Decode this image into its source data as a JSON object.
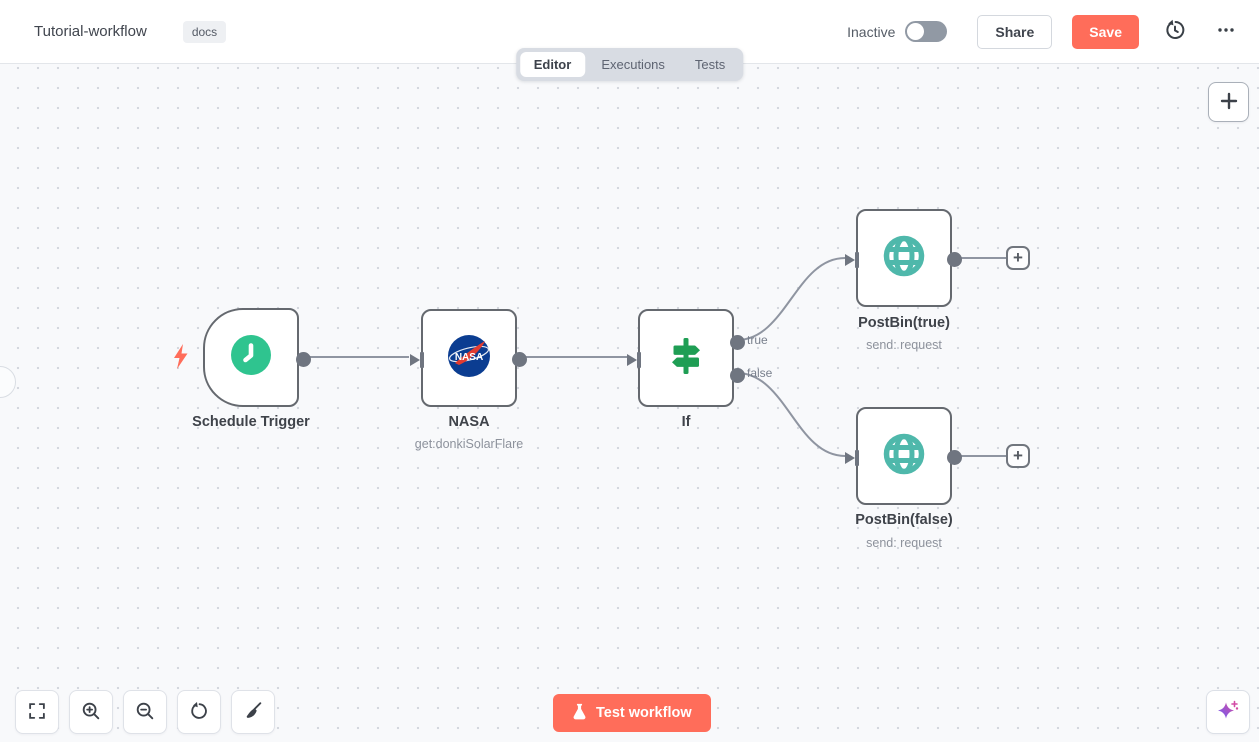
{
  "header": {
    "title": "Tutorial-workflow",
    "tag": "docs",
    "status": "Inactive",
    "share": "Share",
    "save": "Save"
  },
  "tabs": {
    "editor": "Editor",
    "executions": "Executions",
    "tests": "Tests"
  },
  "workflow": {
    "nodes": [
      {
        "name": "Schedule Trigger",
        "subtitle": "",
        "icon": "clock-icon"
      },
      {
        "name": "NASA",
        "subtitle": "get:donkiSolarFlare",
        "logo_text": "NASA",
        "icon": "nasa-logo-icon"
      },
      {
        "name": "If",
        "subtitle": "",
        "icon": "signpost-icon"
      },
      {
        "name": "PostBin(true)",
        "subtitle": "send: request",
        "icon": "globe-icon"
      },
      {
        "name": "PostBin(false)",
        "subtitle": "send: request",
        "icon": "globe-icon"
      }
    ],
    "branch_labels": {
      "true": "true",
      "false": "false"
    }
  },
  "footer": {
    "test_button": "Test workflow"
  },
  "colors": {
    "accent": "#ff6d5a",
    "trigger_green": "#2fc48f",
    "if_green": "#1f9e54",
    "globe_teal": "#4fb8ab",
    "nasa_blue": "#0b3d91",
    "nasa_red": "#e03c31",
    "edge_gray": "#8f95a1",
    "port_gray": "#6f7580"
  }
}
